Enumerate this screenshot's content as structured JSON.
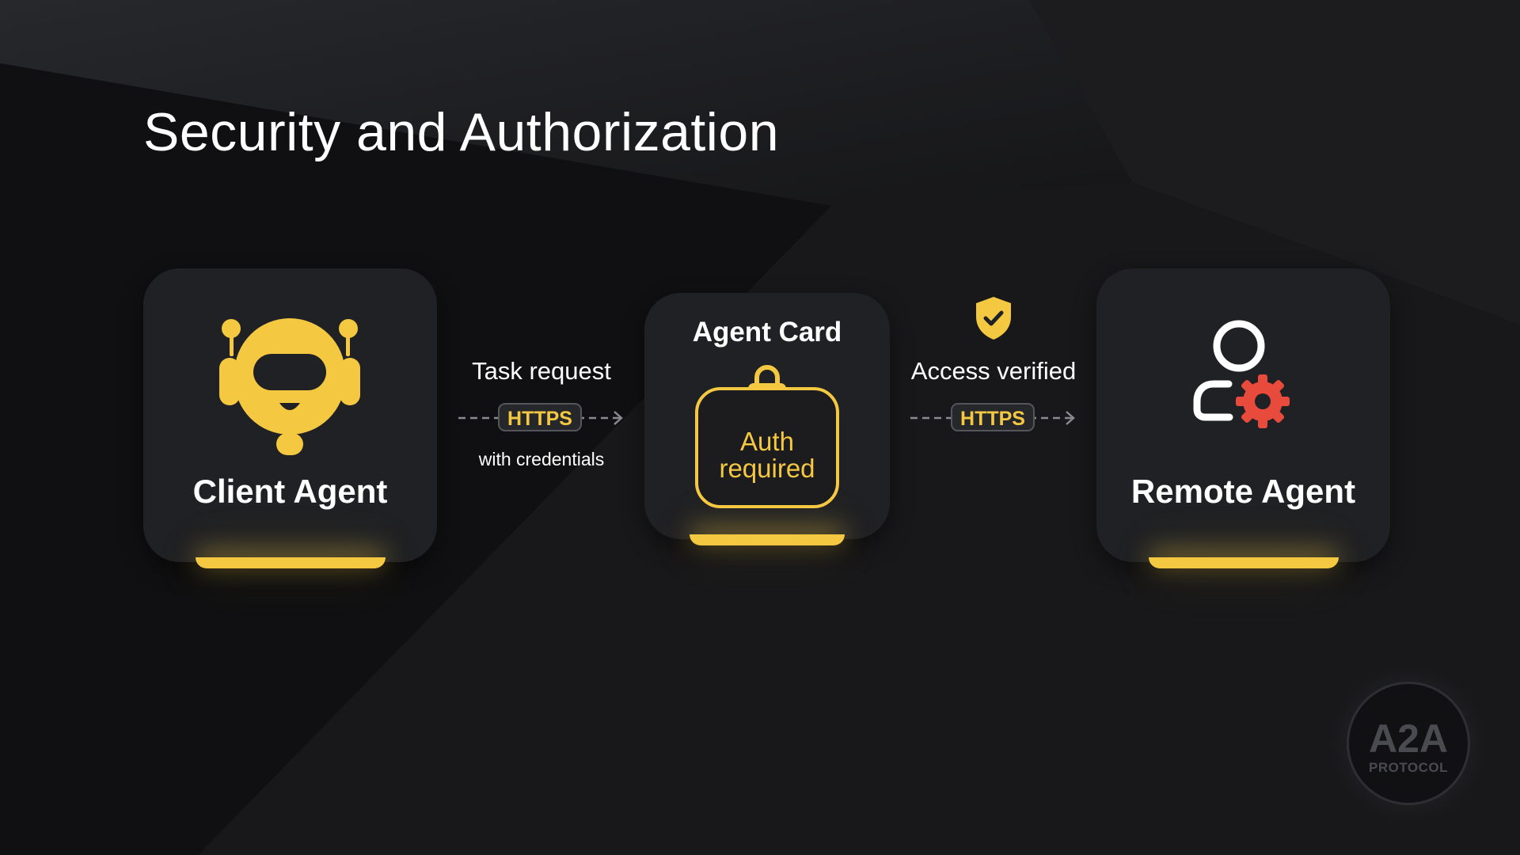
{
  "title": "Security and Authorization",
  "colors": {
    "accent": "#f5c842",
    "gear": "#e84a3c",
    "card": "#202124",
    "background": "#0d0d0e"
  },
  "client": {
    "label": "Client Agent",
    "icon": "robot-icon"
  },
  "connector_left": {
    "label": "Task request",
    "protocol": "HTTPS",
    "sublabel": "with credentials"
  },
  "agent_card": {
    "title": "Agent Card",
    "auth_text_line1": "Auth",
    "auth_text_line2": "required",
    "icon": "lock-icon"
  },
  "connector_right": {
    "label": "Access verified",
    "protocol": "HTTPS",
    "icon": "shield-check-icon"
  },
  "remote": {
    "label": "Remote Agent",
    "icon": "user-gear-icon"
  },
  "badge": {
    "main": "A2A",
    "sub": "PROTOCOL"
  }
}
